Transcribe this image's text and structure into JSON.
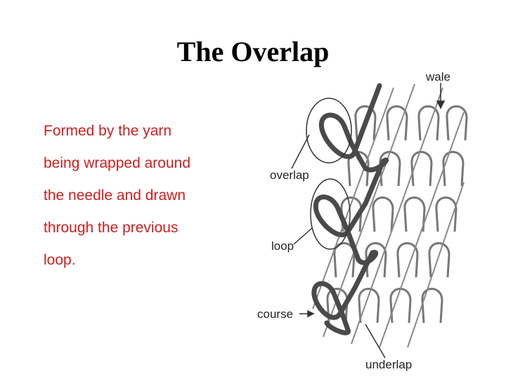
{
  "title": "The Overlap",
  "body": {
    "lines": [
      "Formed by the yarn",
      "being wrapped around",
      "the needle and drawn",
      "through the previous",
      "loop."
    ]
  },
  "labels": {
    "wale": "wale",
    "overlap": "overlap",
    "loop": "loop",
    "course": "course",
    "underlap": "underlap"
  },
  "colors": {
    "text": "#cc1f1f",
    "yarn_dark": "#555555",
    "yarn_light": "#888888"
  }
}
